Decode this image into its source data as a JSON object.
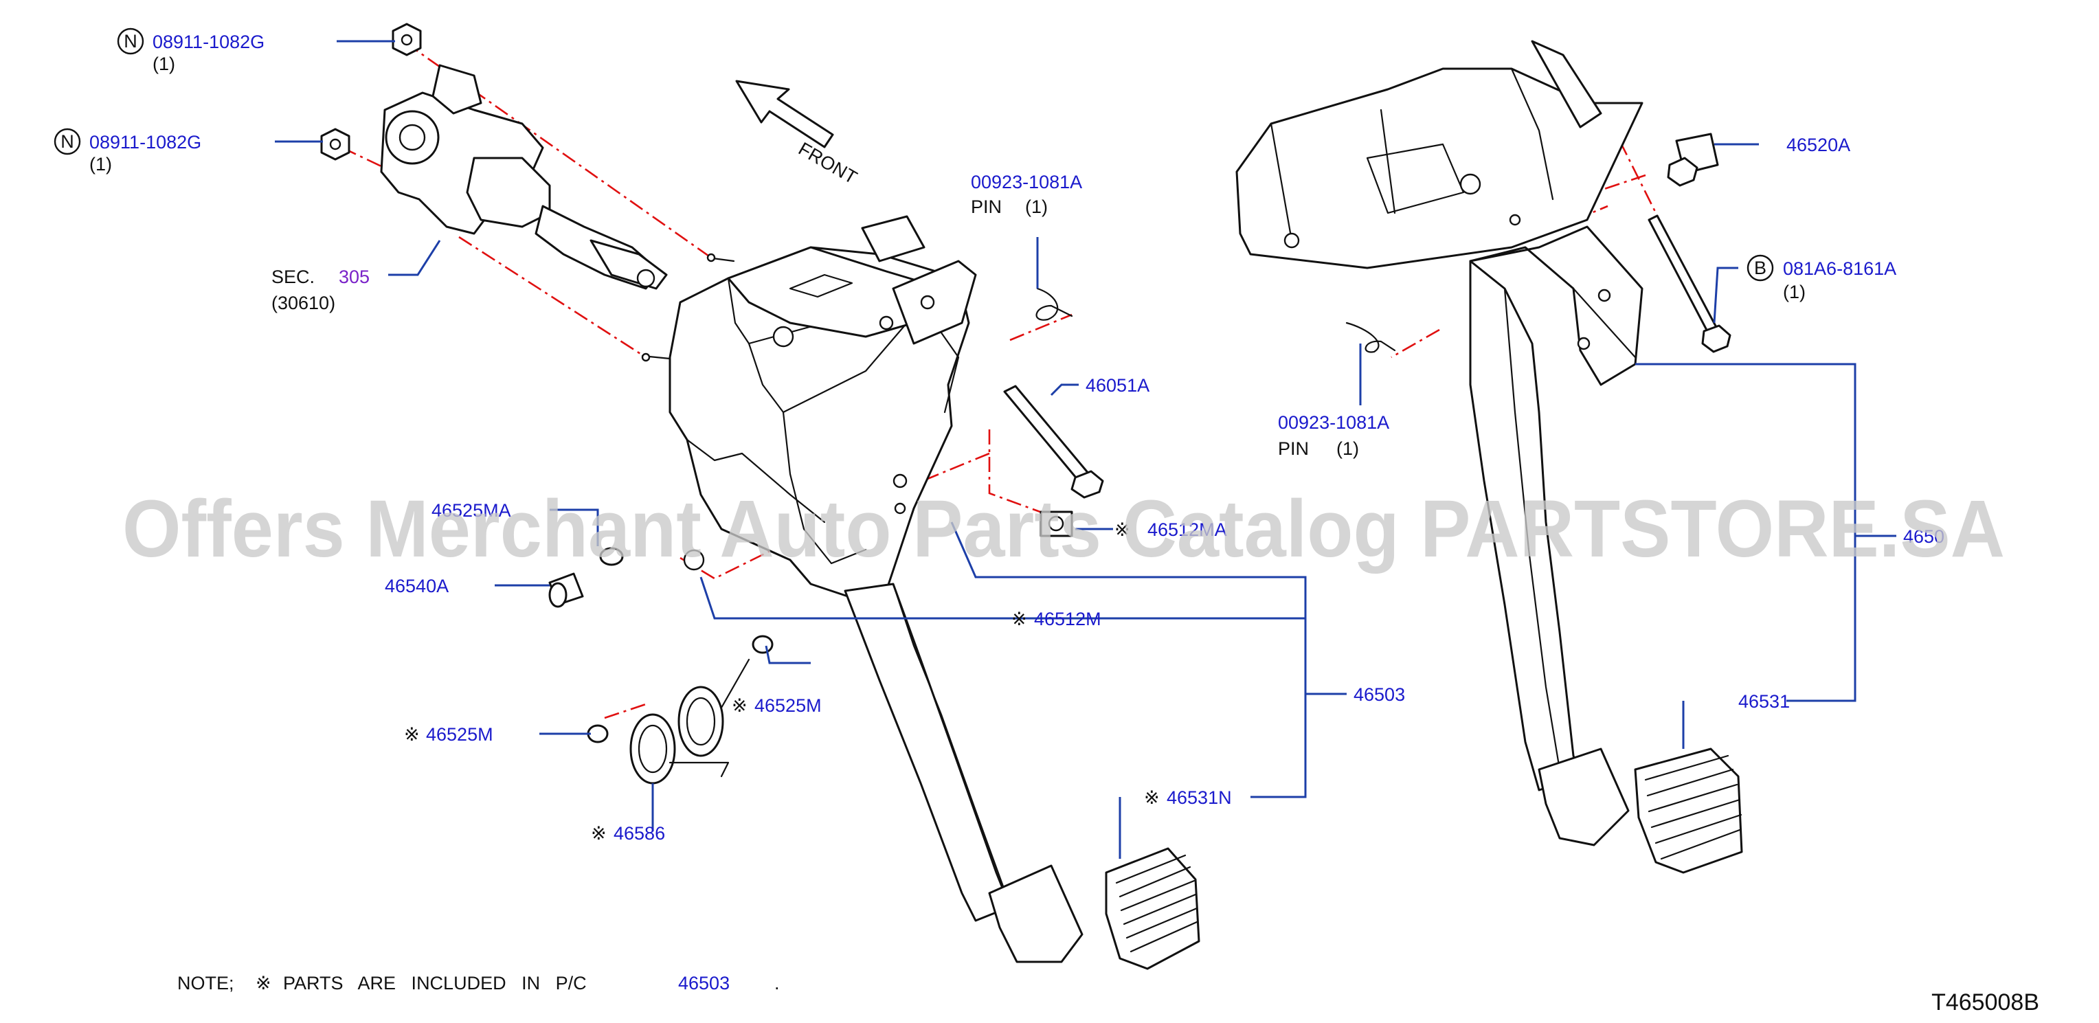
{
  "watermark": "Offers Merchant Auto Parts Catalog PARTSTORE.SA",
  "front_label": "FRONT",
  "diagram_code": "T465008B",
  "callouts": {
    "nut_top": {
      "badge": "N",
      "part": "08911-1082G",
      "qty": "(1)"
    },
    "nut_mid": {
      "badge": "N",
      "part": "08911-1082G",
      "qty": "(1)"
    },
    "sec": {
      "prefix": "SEC.",
      "ref": "305",
      "sub": "(30610)"
    },
    "pin_left": {
      "part": "00923-1081A",
      "desc": "PIN",
      "qty": "(1)"
    },
    "bolt_46051A": {
      "part": "46051A"
    },
    "bushing_46525MA": {
      "part": "46525MA"
    },
    "bushing_46512MA": {
      "mark": "※",
      "part": "46512MA"
    },
    "pin_46540A": {
      "part": "46540A"
    },
    "bushing_46512M": {
      "mark": "※",
      "part": "46512M"
    },
    "assy_46503": {
      "part": "46503"
    },
    "bushing_46525M_right": {
      "mark": "※",
      "part": "46525M"
    },
    "bushing_46525M_left": {
      "mark": "※",
      "part": "46525M"
    },
    "spring_46586": {
      "mark": "※",
      "part": "46586"
    },
    "pad_46531N": {
      "mark": "※",
      "part": "46531N"
    },
    "bolt_46520A": {
      "part": "46520A"
    },
    "bolt_081A6": {
      "badge": "B",
      "part": "081A6-8161A",
      "qty": "(1)"
    },
    "pin_right": {
      "part": "00923-1081A",
      "desc": "PIN",
      "qty": "(1)"
    },
    "assy_4650": {
      "part": "4650"
    },
    "pad_46531": {
      "part": "46531"
    }
  },
  "note": {
    "prefix": "NOTE;",
    "mark": "※",
    "text": "PARTS   ARE   INCLUDED   IN   P/C",
    "ref": "46503",
    "end": "."
  }
}
